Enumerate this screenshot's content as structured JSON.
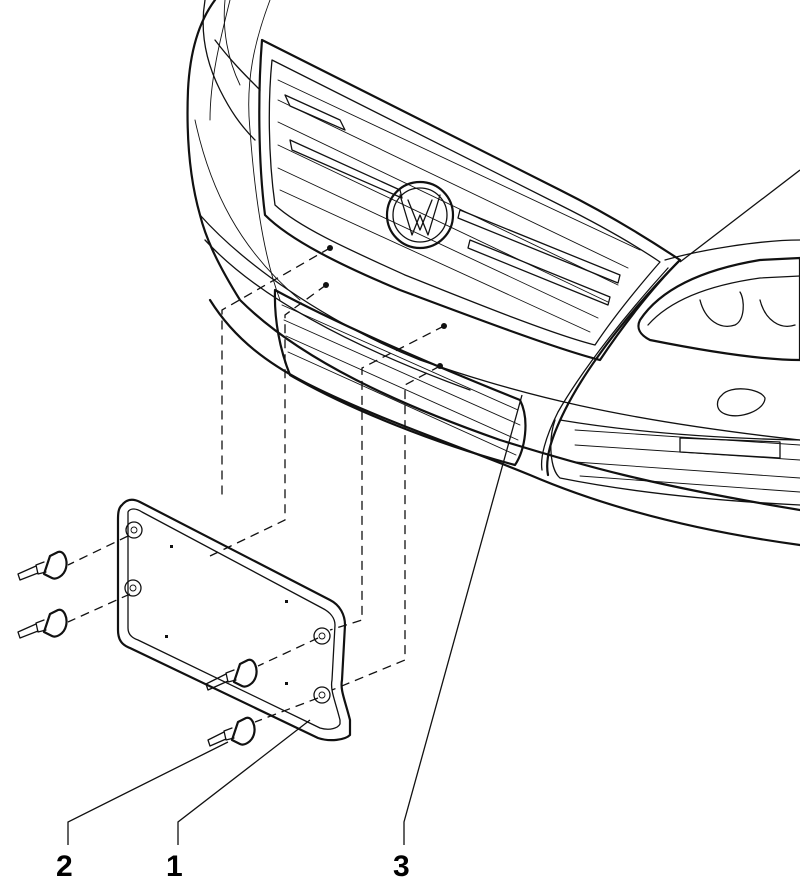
{
  "callouts": {
    "part1": "1",
    "part2": "2",
    "part3": "3"
  },
  "colors": {
    "line": "#111111",
    "background": "#ffffff"
  }
}
